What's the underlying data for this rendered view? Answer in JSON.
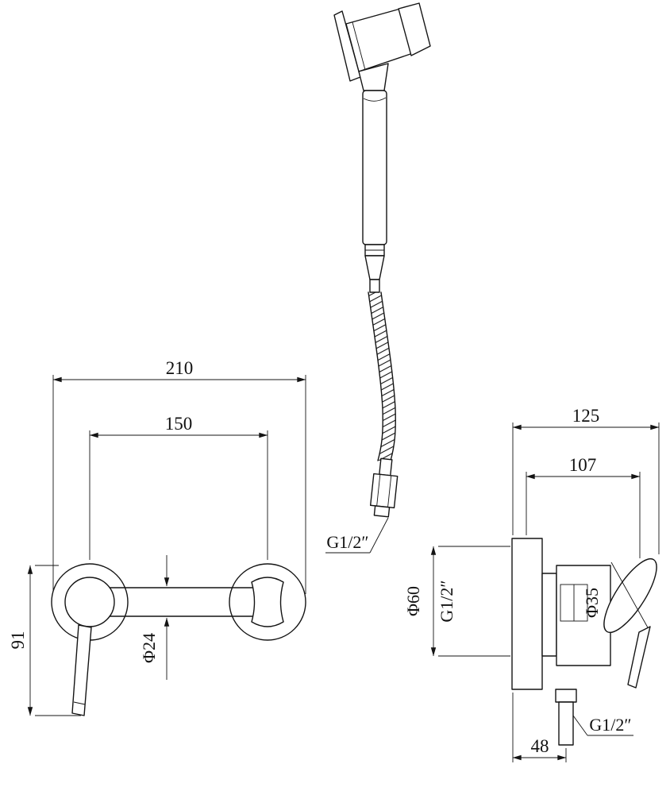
{
  "drawing": {
    "sprayer": {
      "hose_thread": "G1/2″"
    },
    "front_view": {
      "overall_width": "210",
      "centers_spacing": "150",
      "height": "91",
      "bar_diameter": "Φ24"
    },
    "side_view": {
      "overall_depth": "125",
      "inner_depth": "107",
      "escutcheon_diameter": "Φ60",
      "inlet_thread": "G1/2″",
      "body_diameter": "Φ35",
      "outlet_thread": "G1/2″",
      "outlet_offset": "48"
    }
  }
}
